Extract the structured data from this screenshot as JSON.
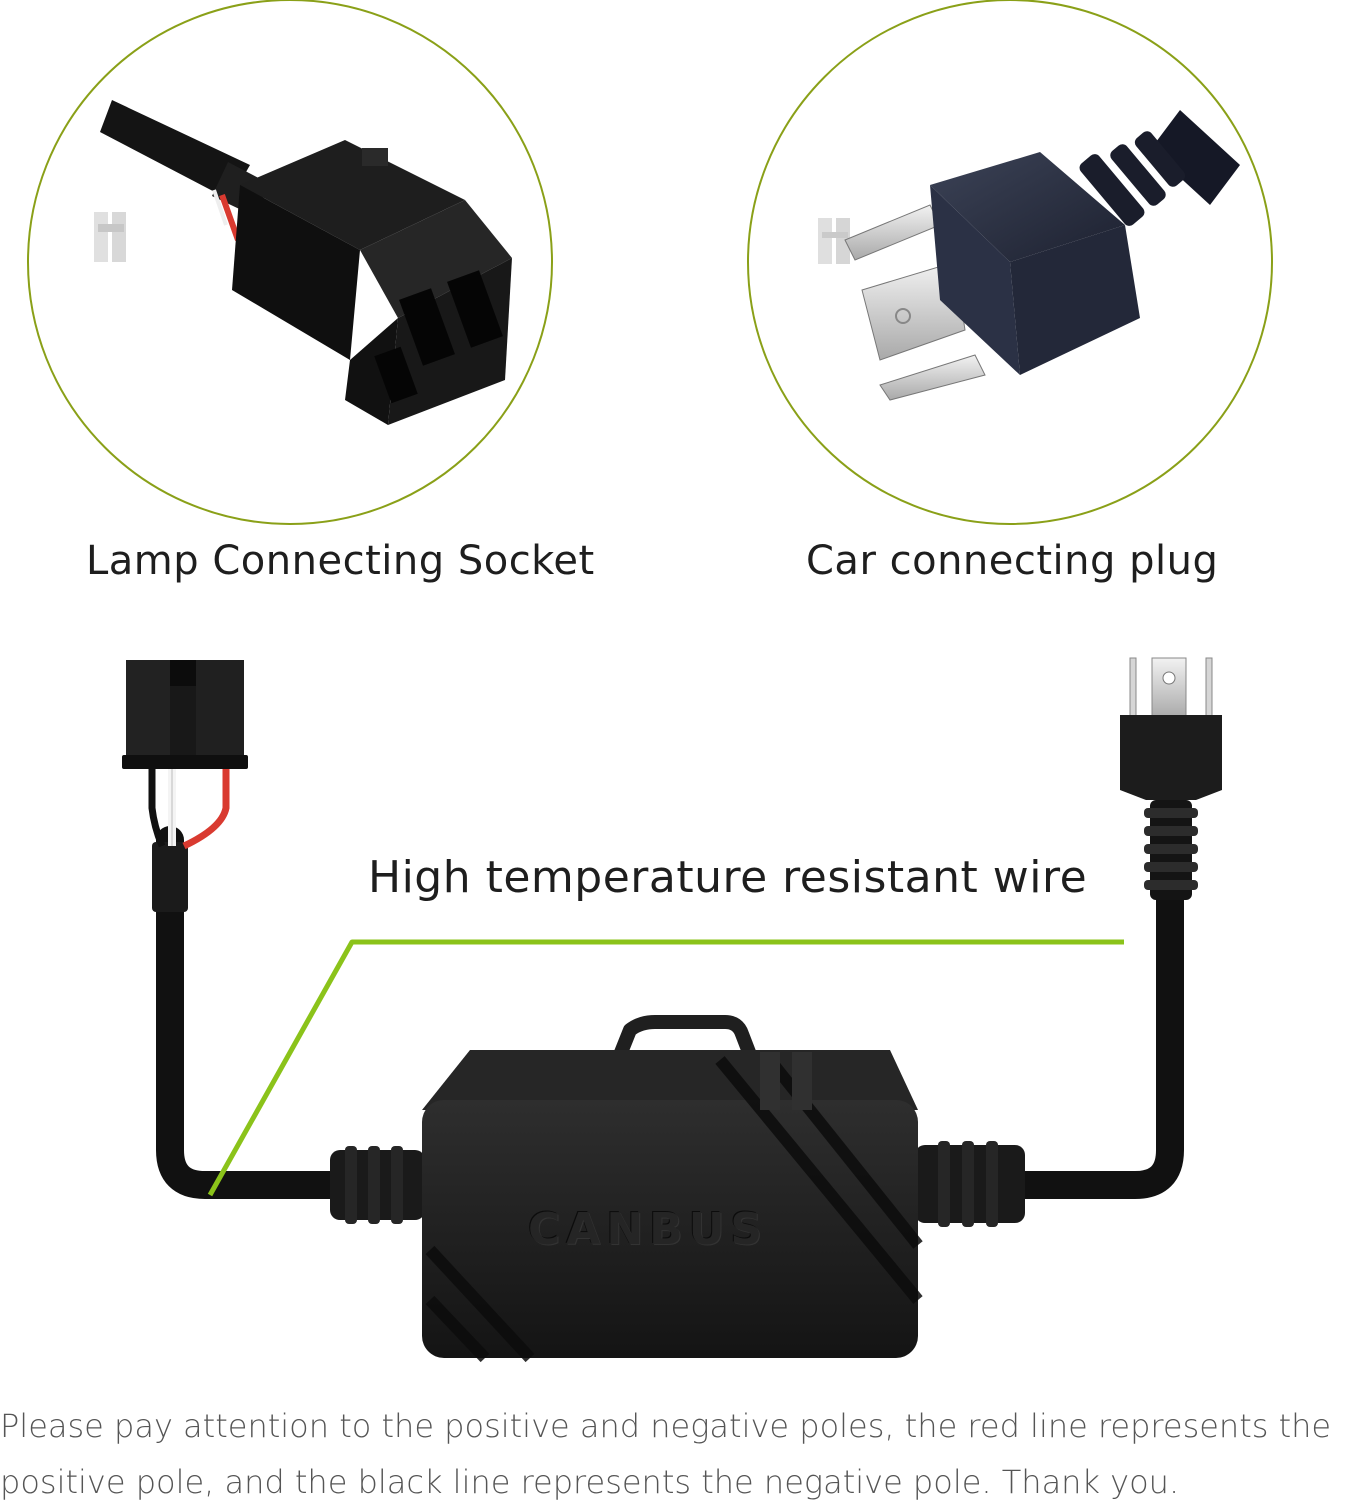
{
  "labels": {
    "socket": "Lamp Connecting Socket",
    "plug": "Car connecting plug",
    "wire": "High temperature resistant wire"
  },
  "box_brand": "CANBUS",
  "note": {
    "line1": "Please pay attention to the positive and negative poles, the red line represents the",
    "line2": "positive pole, and the black line represents the negative pole. Thank you."
  },
  "colors": {
    "accent_green": "#8bc31a",
    "circle_outline": "#8aa018",
    "positive_wire": "#d93a30",
    "negative_wire": "#111111",
    "device_body": "#1d1d1d"
  }
}
